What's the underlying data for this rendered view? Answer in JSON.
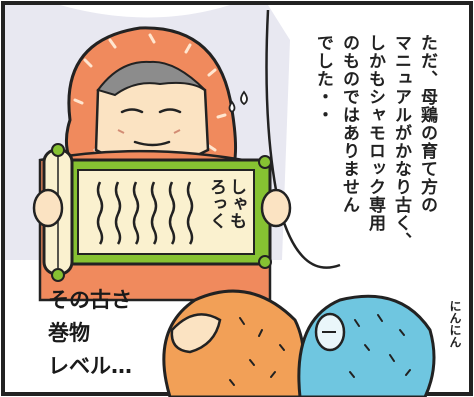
{
  "narration": {
    "lines": [
      "ただ、母鶏の育て方の",
      "マニュアルがかなり古く、",
      "しかもシャモロック専用",
      "のものではありません",
      "でした・・",
      ""
    ]
  },
  "scroll": {
    "text_col1": "しゃも",
    "text_col2": "ろっく"
  },
  "caption": {
    "line1": "その古さ",
    "line2": "巻物",
    "line3": "レベル…"
  },
  "sfx": "にんにん",
  "colors": {
    "hood": "#f08a5d",
    "scroll_green": "#86c232",
    "paper": "#faf1cf",
    "skin": "#fbe3c2",
    "shirt_right": "#6fc6e0",
    "hat_left": "#f2a057",
    "wall": "#e6e6f0"
  }
}
